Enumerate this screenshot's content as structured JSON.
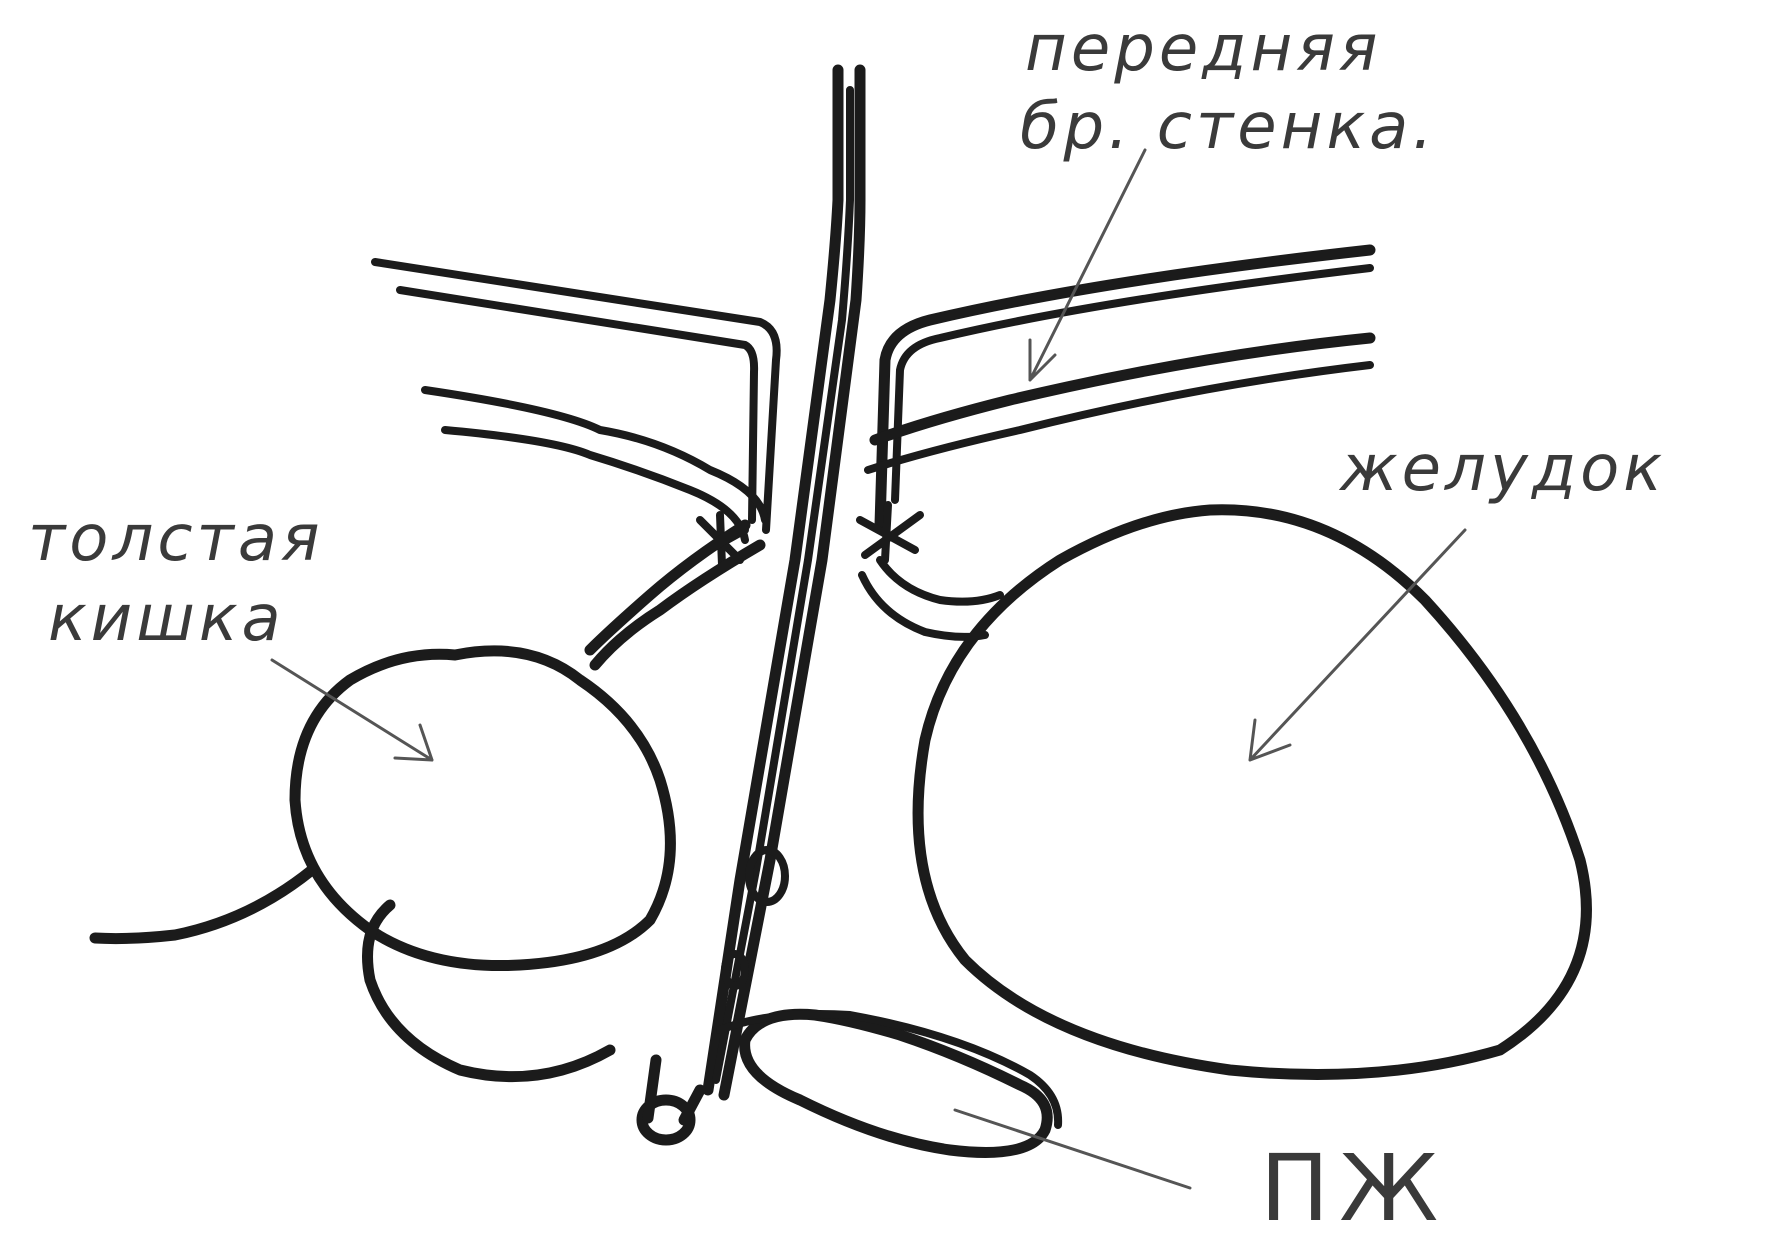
{
  "labels": {
    "anterior_wall_line1": "передняя",
    "anterior_wall_line2": "бр. стенка.",
    "colon_line1": "толстая",
    "colon_line2": "кишка",
    "stomach": "желудок",
    "pancreas": "ПЖ"
  },
  "colors": {
    "ink": "#1b1b1b",
    "pencil": "#555555",
    "paper": "#ffffff"
  }
}
